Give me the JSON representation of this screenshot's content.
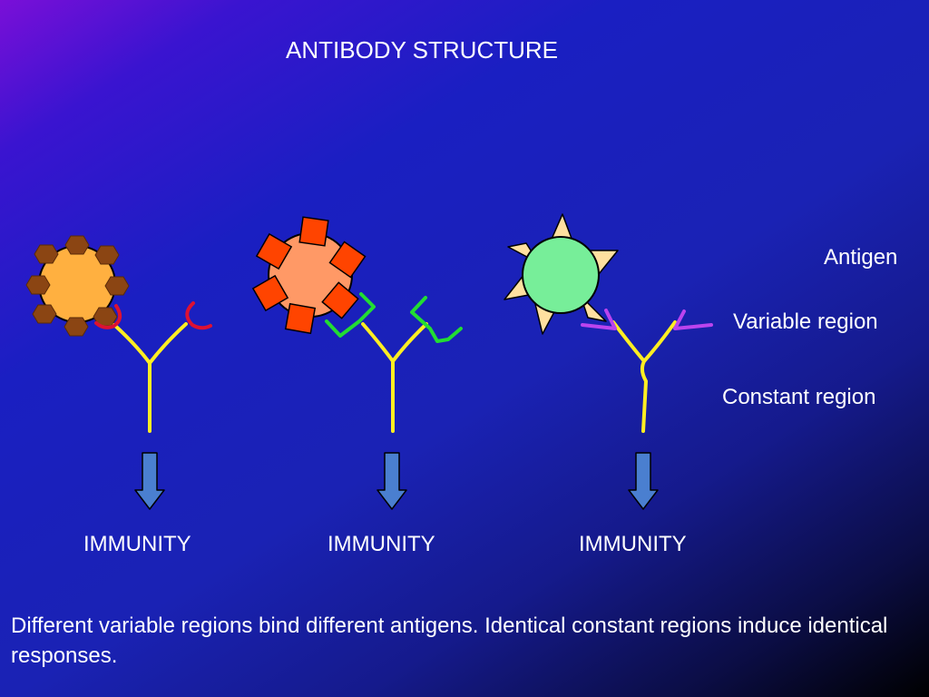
{
  "title": "ANTIBODY STRUCTURE",
  "labels": {
    "antigen": "Antigen",
    "variable_region": "Variable region",
    "constant_region": "Constant region"
  },
  "outcomes": [
    "IMMUNITY",
    "IMMUNITY",
    "IMMUNITY"
  ],
  "caption": "Different variable regions bind different antigens. Identical constant regions induce identical responses.",
  "colors": {
    "antibody_constant_region": "#ffee22",
    "antigen_1_body": "#ffb040",
    "antigen_1_epitopes": "#8b4513",
    "antigen_1_variable_region": "#dd1133",
    "antigen_2_body": "#ff9966",
    "antigen_2_epitopes": "#ff4400",
    "antigen_2_variable_region": "#22dd33",
    "antigen_3_body": "#77ee99",
    "antigen_3_epitopes": "#ffe0a0",
    "antigen_3_variable_region": "#bb44ee",
    "arrow_fill": "#4a7fd0"
  }
}
